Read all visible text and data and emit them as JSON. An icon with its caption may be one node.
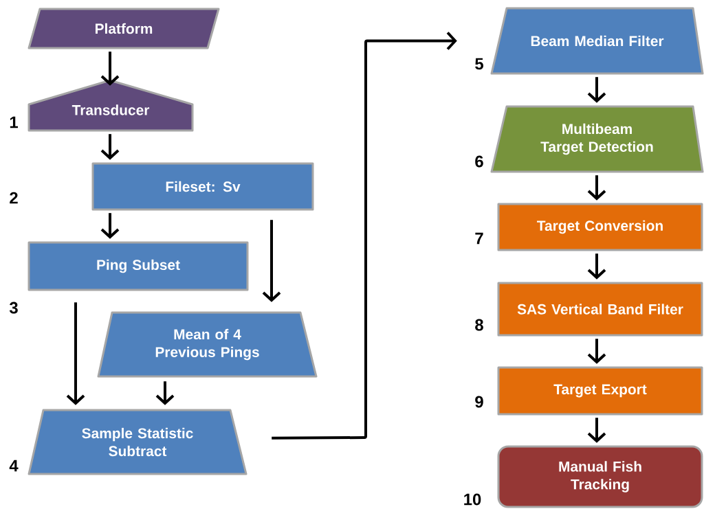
{
  "diagram": {
    "nodes": [
      {
        "text": [
          "Platform"
        ]
      },
      {
        "text": [
          "Transducer"
        ]
      },
      {
        "text": [
          "Fileset: Sv"
        ]
      },
      {
        "text": [
          "Ping Subset"
        ]
      },
      {
        "text": [
          "Mean of 4 Previous Pings"
        ]
      },
      {
        "text": [
          "Sample Statistic Subtract"
        ]
      },
      {
        "text": [
          "Beam Median Filter"
        ]
      },
      {
        "text": [
          "Multibeam Target Detection"
        ]
      },
      {
        "text": [
          "Target Conversion"
        ]
      },
      {
        "text": [
          "SAS Vertical Band Filter"
        ]
      },
      {
        "text": [
          "Target Export"
        ]
      },
      {
        "text": [
          "Manual Fish Tracking"
        ]
      }
    ],
    "edges": [
      {
        "from": 0,
        "to": 1,
        "arrow": "to"
      },
      {
        "from": 1,
        "to": 2,
        "arrow": "to"
      },
      {
        "from": 2,
        "to": 3,
        "arrow": "to"
      },
      {
        "from": 2,
        "to": 4,
        "arrow": "to"
      },
      {
        "from": 3,
        "to": 5,
        "arrow": "to"
      },
      {
        "from": 4,
        "to": 5,
        "arrow": "to"
      },
      {
        "from": 5,
        "to": 6,
        "arrow": "to"
      },
      {
        "from": 6,
        "to": 7,
        "arrow": "to"
      },
      {
        "from": 7,
        "to": 8,
        "arrow": "to"
      },
      {
        "from": 8,
        "to": 9,
        "arrow": "to"
      },
      {
        "from": 9,
        "to": 10,
        "arrow": "to"
      },
      {
        "from": 10,
        "to": 11,
        "arrow": "to"
      }
    ],
    "labels": [
      "1",
      "2",
      "3",
      "4",
      "5",
      "6",
      "7",
      "8",
      "9",
      "10"
    ]
  }
}
